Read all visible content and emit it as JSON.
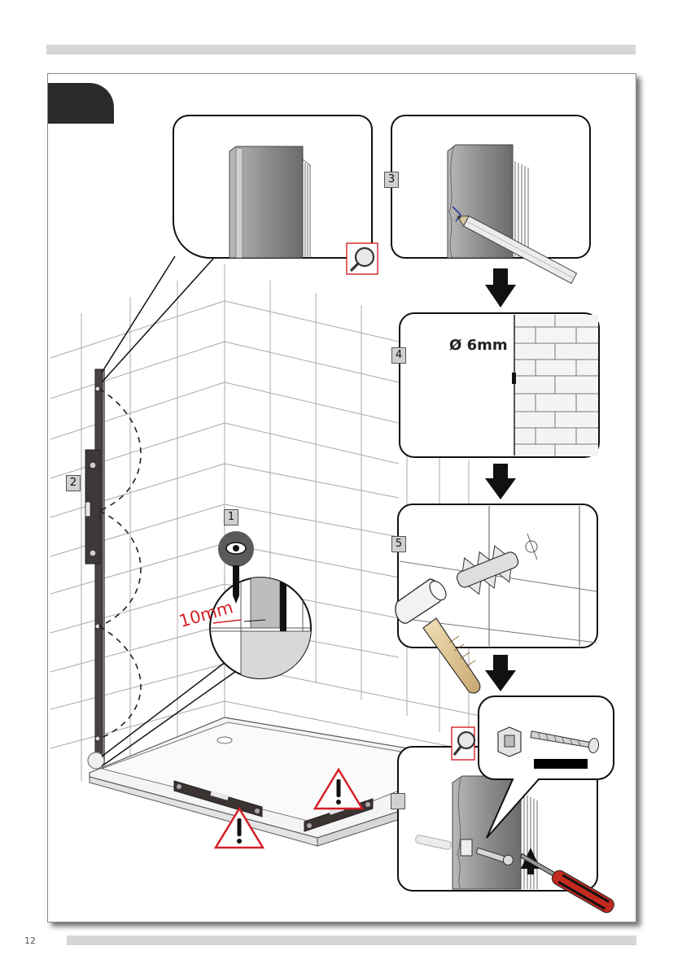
{
  "page": {
    "number": "12"
  },
  "steps": {
    "step1": "1",
    "step2": "2",
    "step3": "3",
    "step4": "4",
    "step5": "5"
  },
  "labels": {
    "drill_size": "Ø 6mm",
    "measurement": "10mm"
  },
  "icons": [
    "magnifier-icon",
    "eye-icon",
    "warning-icon",
    "arrow-down-icon"
  ],
  "colors": {
    "warning_red": "#d41f26",
    "bar_gray": "#d6d6d6",
    "label_gray": "#d0d0d0"
  }
}
